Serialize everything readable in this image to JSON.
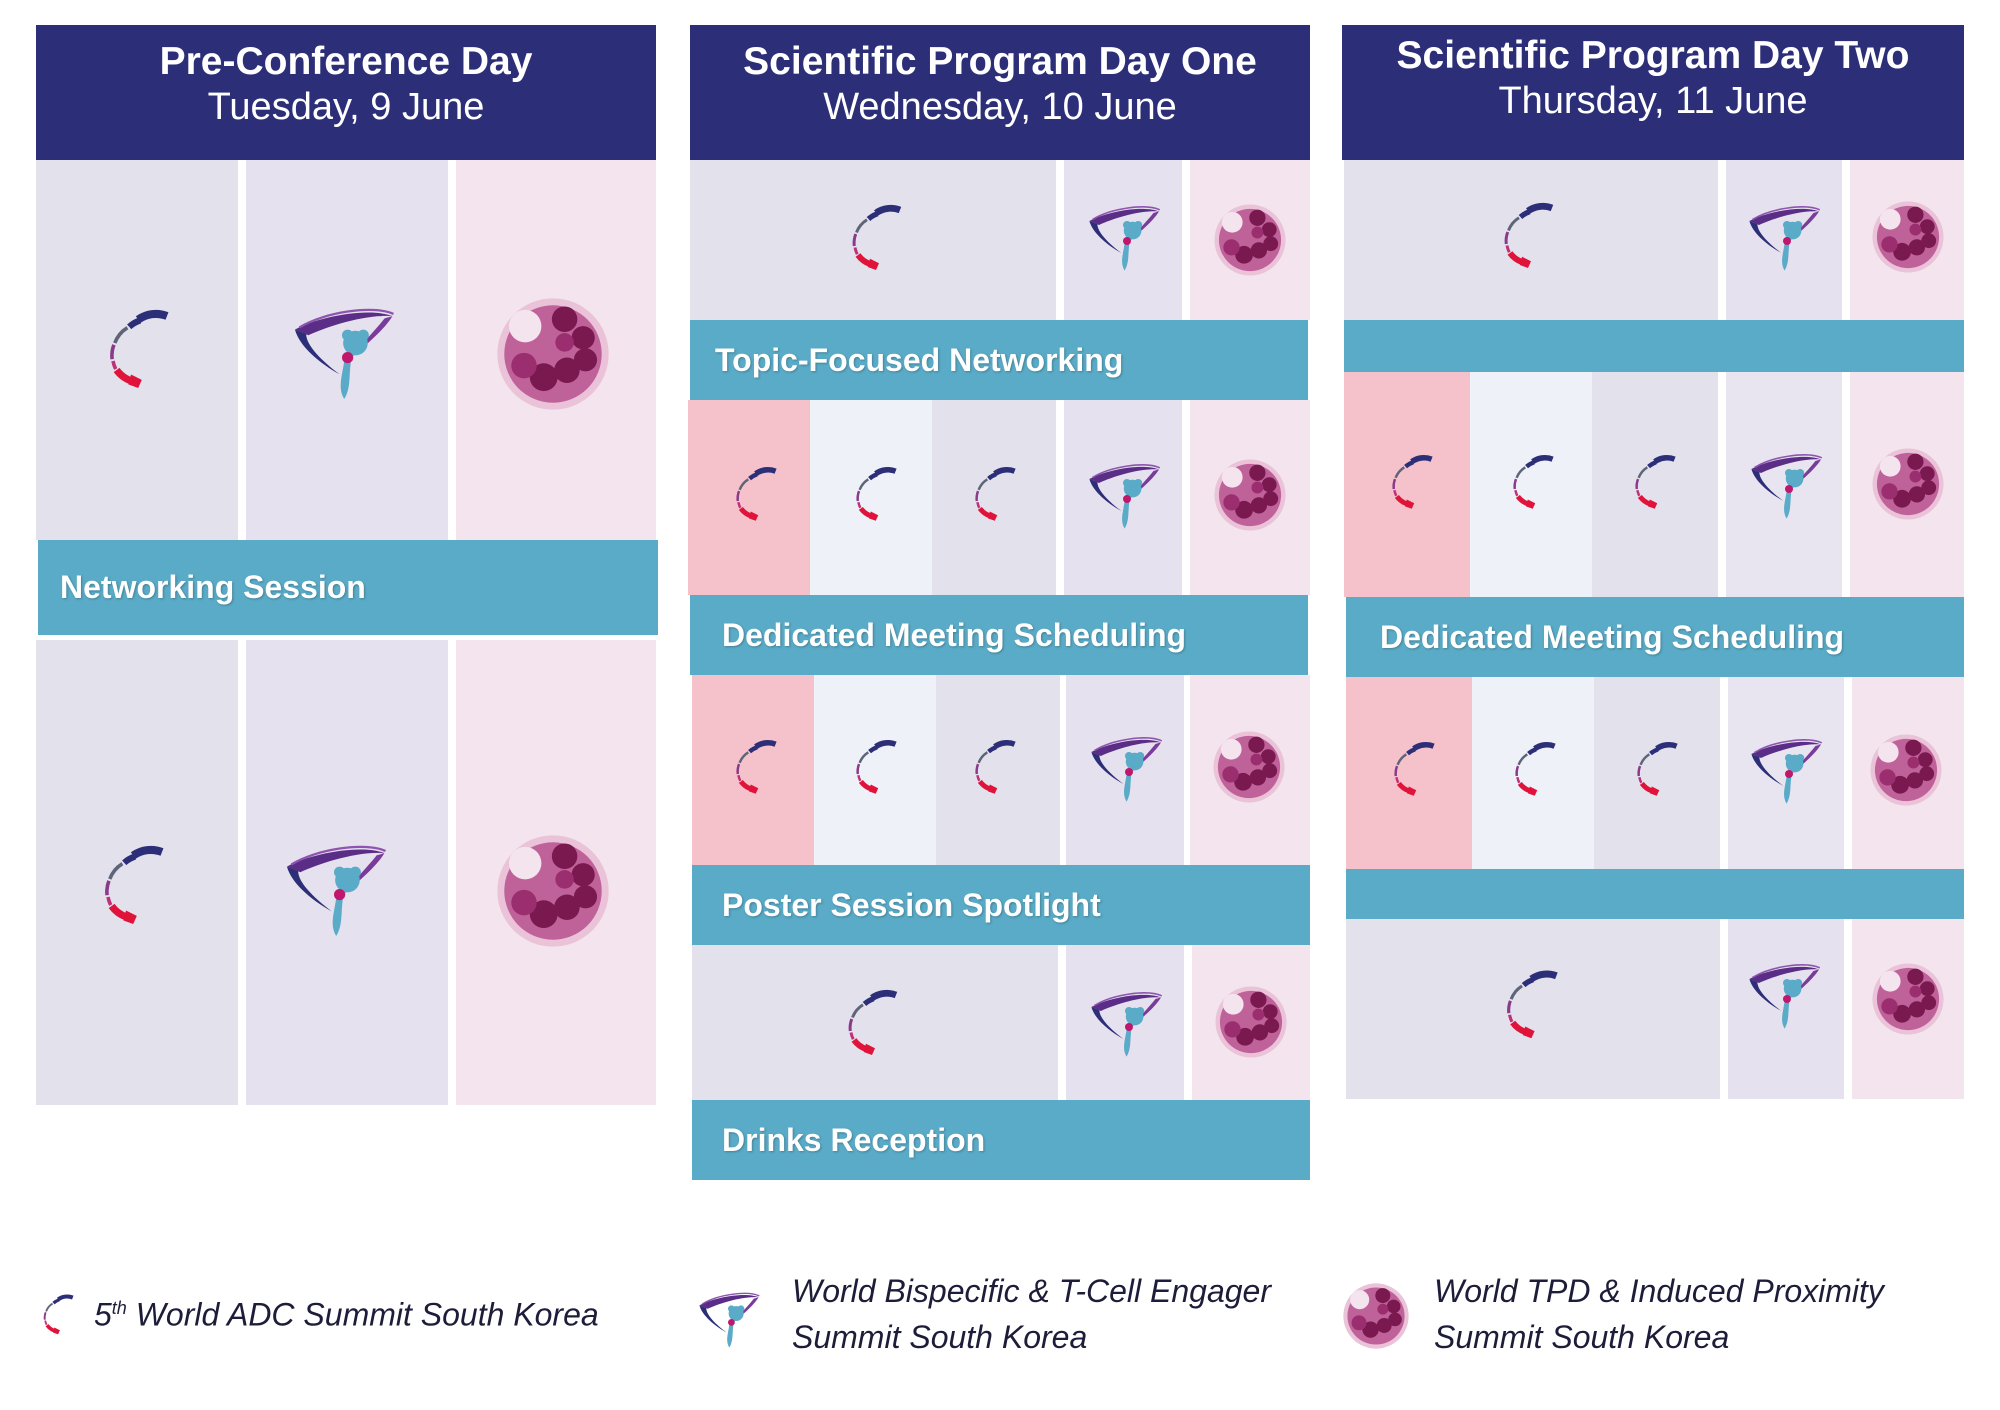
{
  "columns": [
    {
      "title": "Pre-Conference Day",
      "date": "Tuesday, 9 June"
    },
    {
      "title": "Scientific Program Day One",
      "date": "Wednesday, 10 June"
    },
    {
      "title": "Scientific Program Day Two",
      "date": "Thursday, 11 June"
    }
  ],
  "bands": {
    "day0_networking": "Networking Session",
    "day1_topic": "Topic-Focused Networking",
    "day1_meeting": "Dedicated Meeting Scheduling",
    "day1_poster": "Poster Session Spotlight",
    "day1_drinks": "Drinks Reception",
    "day2_meeting": "Dedicated Meeting Scheduling"
  },
  "legend": {
    "adc_ordinal": "5",
    "adc_sup": "th",
    "adc_rest": "World ADC Summit South Korea",
    "bispecific_line1": "World Bispecific & T-Cell Engager",
    "bispecific_line2": "Summit South Korea",
    "tpd_line1": "World TPD & Induced Proximity",
    "tpd_line2": "Summit South Korea"
  },
  "icons": {
    "adc": "adc-summit-logo-icon",
    "bispecific": "bispecific-summit-logo-icon",
    "tpd": "tpd-summit-logo-icon"
  },
  "colors": {
    "header": "#2c2f78",
    "band": "#5aabc7",
    "adc_cell": "#e2e1ec",
    "bispecific_cell": "#e6e1ee",
    "tpd_cell": "#f4e4ee",
    "pink_cell": "#f5c2cc",
    "light_cell": "#eef2f8"
  }
}
